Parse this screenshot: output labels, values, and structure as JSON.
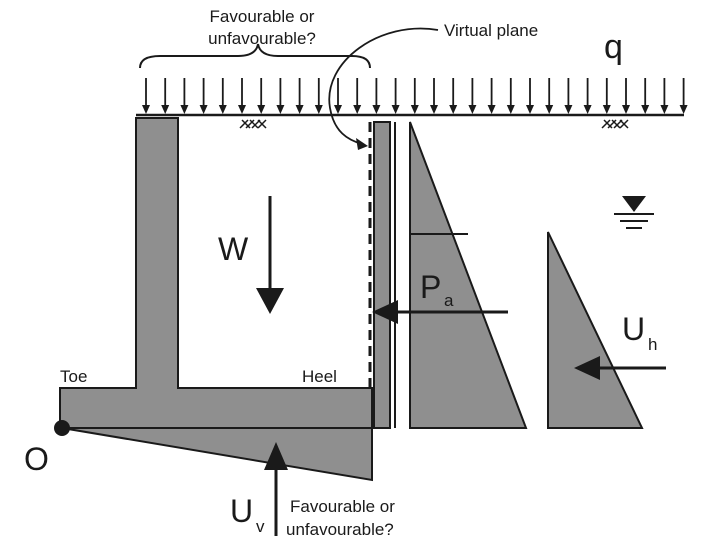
{
  "labels": {
    "favourable_top_line1": "Favourable or",
    "favourable_top_line2": "unfavourable?",
    "virtual_plane": "Virtual plane",
    "q": "q",
    "W": "W",
    "Pa_main": "P",
    "Pa_sub": "a",
    "Uh_main": "U",
    "Uh_sub": "h",
    "Uv_main": "U",
    "Uv_sub": "v",
    "toe": "Toe",
    "heel": "Heel",
    "O": "O",
    "favourable_bottom_line1": "Favourable or",
    "favourable_bottom_line2": "unfavourable?"
  },
  "colors": {
    "fill_gray": "#8f8f8f",
    "stroke": "#1a1a1a",
    "background": "#ffffff"
  }
}
